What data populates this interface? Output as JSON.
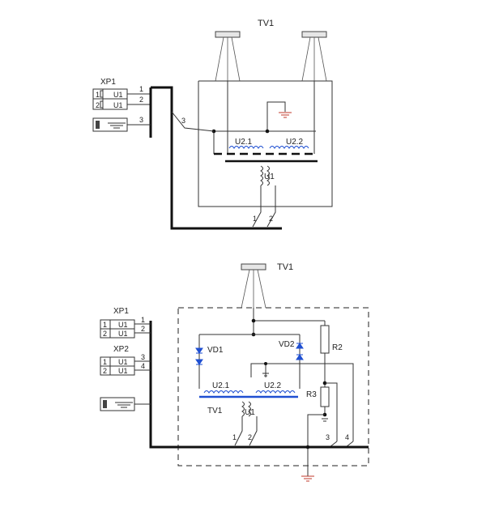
{
  "diagram1": {
    "title": "TV1",
    "connector": "XP1",
    "rows": [
      {
        "num": "1",
        "sig": "U1",
        "pin": "1"
      },
      {
        "num": "2",
        "sig": "U1",
        "pin": "2"
      }
    ],
    "ground_pin": "3",
    "wire3": "3",
    "coil_left": "U2.1",
    "coil_right": "U2.2",
    "primary": "U1",
    "term1": "1",
    "term2": "2"
  },
  "diagram2": {
    "title": "TV1",
    "title_inner": "TV1",
    "connector1": "XP1",
    "connector2": "XP2",
    "rows1": [
      {
        "num": "1",
        "sig": "U1",
        "pin": "1"
      },
      {
        "num": "2",
        "sig": "U1",
        "pin": "2"
      }
    ],
    "rows2": [
      {
        "num": "1",
        "sig": "U1",
        "pin": "3"
      },
      {
        "num": "2",
        "sig": "U1",
        "pin": "4"
      }
    ],
    "vd1": "VD1",
    "vd2": "VD2",
    "r2": "R2",
    "r3": "R3",
    "coil_left": "U2.1",
    "coil_right": "U2.2",
    "primary": "U1",
    "term1": "1",
    "term2": "2",
    "term3": "3",
    "term4": "4"
  },
  "colors": {
    "coil": "#1f4fd1",
    "ground": "#c0392b",
    "line": "#333333"
  }
}
